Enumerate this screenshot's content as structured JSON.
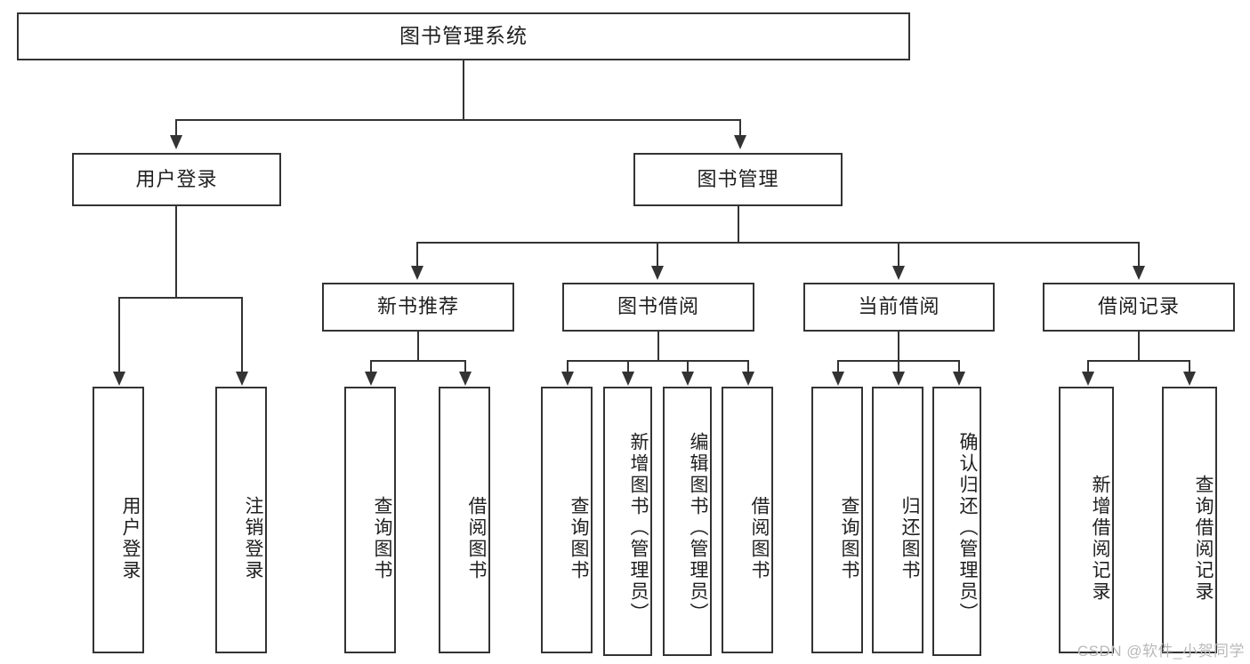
{
  "diagram": {
    "title": "图书管理系统",
    "type": "tree-hierarchy",
    "root": {
      "label": "图书管理系统"
    },
    "level2": [
      {
        "label": "用户登录"
      },
      {
        "label": "图书管理"
      }
    ],
    "level3": [
      {
        "label": "新书推荐"
      },
      {
        "label": "图书借阅"
      },
      {
        "label": "当前借阅"
      },
      {
        "label": "借阅记录"
      }
    ],
    "leaves": {
      "user_login": [
        {
          "label": "用户登录"
        },
        {
          "label": "注销登录"
        }
      ],
      "new_book_recommend": [
        {
          "label": "查询图书"
        },
        {
          "label": "借阅图书"
        }
      ],
      "book_borrow": [
        {
          "label": "查询图书"
        },
        {
          "label": "新增图书（管理员）"
        },
        {
          "label": "编辑图书（管理员）"
        },
        {
          "label": "借阅图书"
        }
      ],
      "current_borrow": [
        {
          "label": "查询图书"
        },
        {
          "label": "归还图书"
        },
        {
          "label": "确认归还（管理员）"
        }
      ],
      "borrow_record": [
        {
          "label": "新增借阅记录"
        },
        {
          "label": "查询借阅记录"
        }
      ]
    }
  },
  "watermark": {
    "text": "CSDN @软件_小贺同学"
  },
  "colors": {
    "stroke": "#333333",
    "background": "#ffffff",
    "text": "#1f1f1f",
    "watermark": "#b9b9b9"
  }
}
